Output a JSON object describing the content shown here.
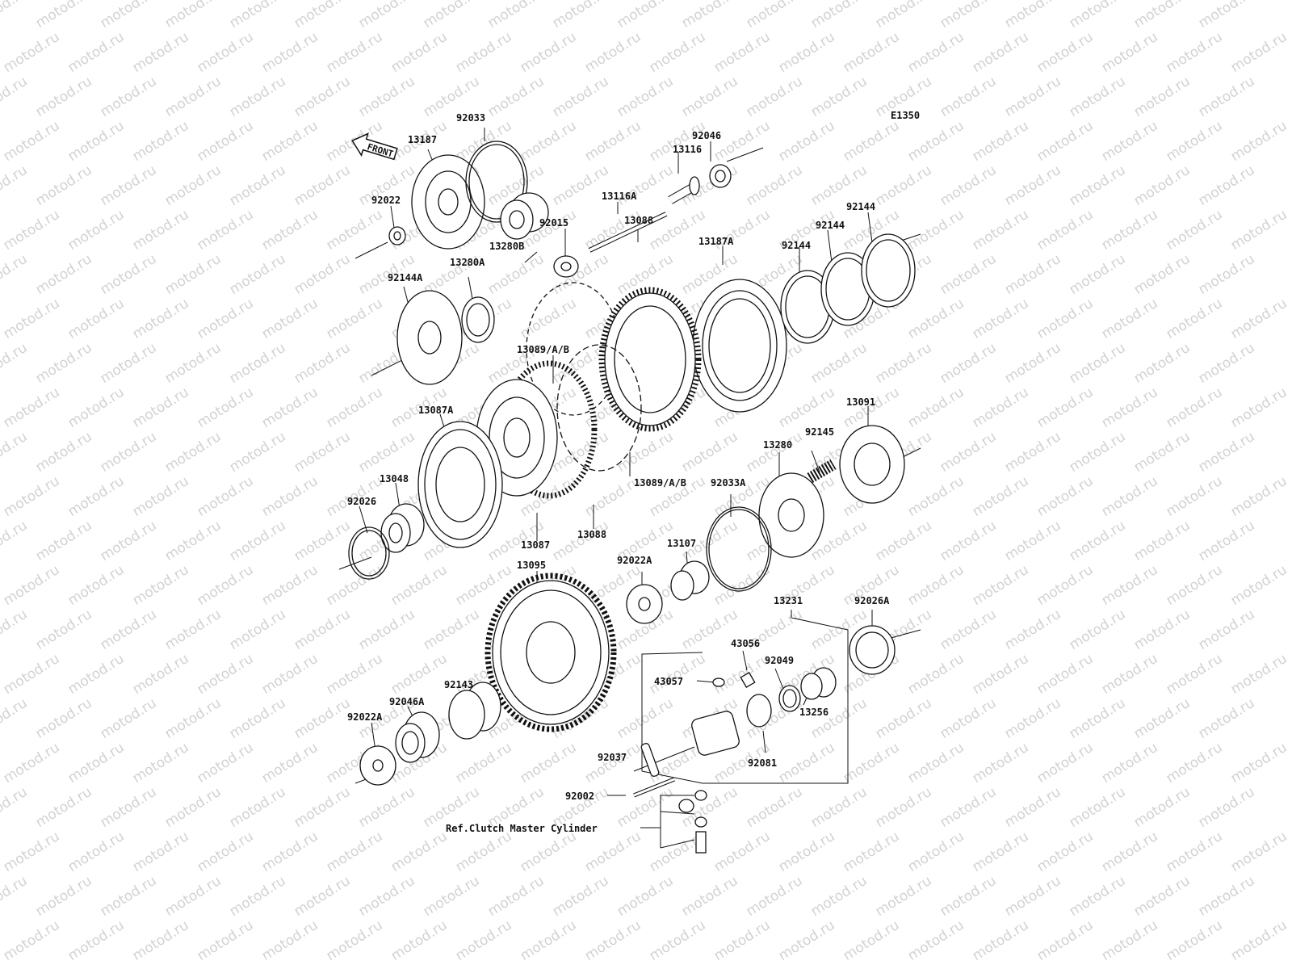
{
  "diagram": {
    "code": "E1350",
    "front_label": "FRONT",
    "reference_note": "Ref.Clutch Master Cylinder",
    "watermark": "motod.ru",
    "part_labels": [
      "92033",
      "13187",
      "92022",
      "13116A",
      "92046",
      "13116",
      "92015",
      "13280B",
      "13280A",
      "92144A",
      "92144",
      "92144",
      "92144",
      "13187A",
      "13088",
      "13089/A/B",
      "13089/A/B",
      "13087A",
      "13048",
      "92026",
      "13087",
      "13088",
      "13091",
      "92145",
      "13280",
      "92033A",
      "13107",
      "92022A",
      "13095",
      "13231",
      "92026A",
      "43056",
      "43057",
      "92049",
      "13256",
      "92081",
      "92143",
      "92046A",
      "92022A",
      "92037",
      "92002"
    ]
  }
}
